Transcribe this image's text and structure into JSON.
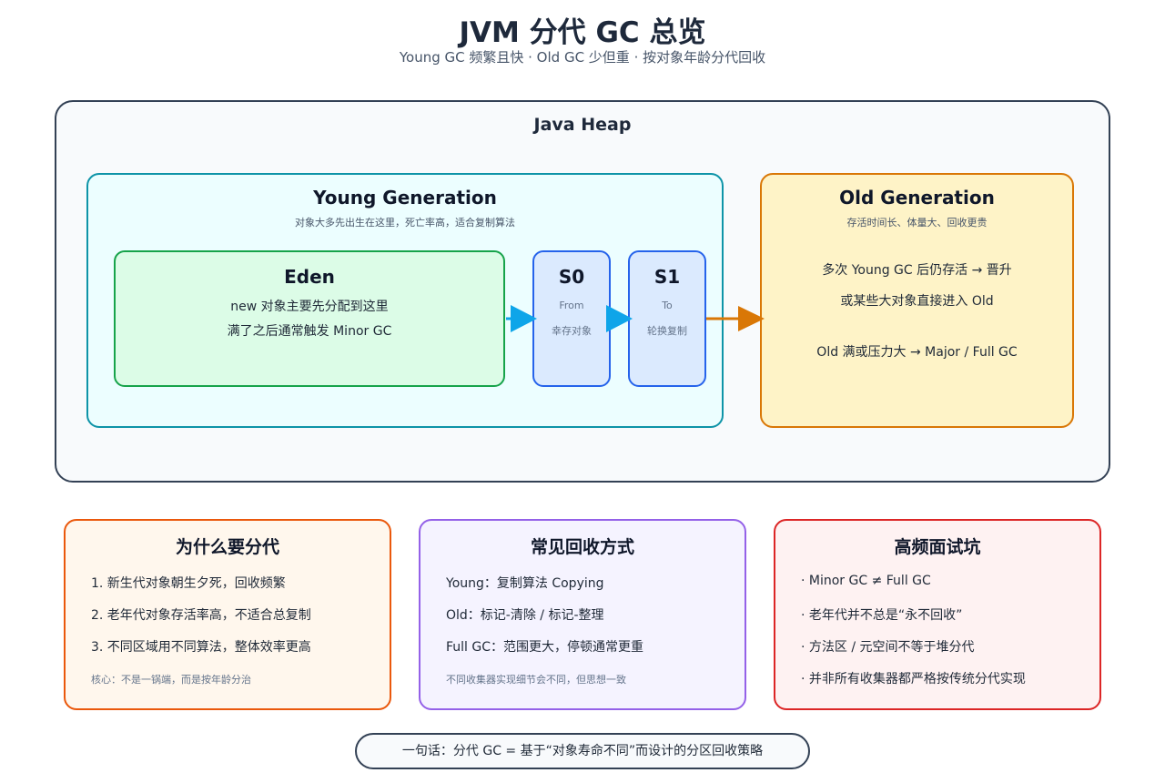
{
  "header": {
    "title": "JVM 分代 GC 总览",
    "subtitle": "Young GC 频繁且快 · Old GC 少但重 · 按对象年龄分代回收"
  },
  "heap": {
    "label": "Java Heap",
    "young": {
      "title": "Young Generation",
      "note": "对象大多先出生在这里，死亡率高，适合复制算法",
      "eden": {
        "title": "Eden",
        "lines": [
          "new 对象主要先分配到这里",
          "满了之后通常触发 Minor GC"
        ]
      },
      "s0": {
        "title": "S0",
        "sub1": "From",
        "sub2": "幸存对象"
      },
      "s1": {
        "title": "S1",
        "sub1": "To",
        "sub2": "轮换复制"
      }
    },
    "old": {
      "title": "Old Generation",
      "note": "存活时间长、体量大、回收更贵",
      "lines": [
        "多次 Young GC 后仍存活 → 晋升",
        "或某些大对象直接进入 Old",
        "Old 满或压力大 → Major / Full GC"
      ]
    }
  },
  "cards": {
    "why": {
      "title": "为什么要分代",
      "items": [
        "1. 新生代对象朝生夕死，回收频繁",
        "2. 老年代对象存活率高，不适合总复制",
        "3. 不同区域用不同算法，整体效率更高"
      ],
      "note": "核心：不是一锅端，而是按年龄分治"
    },
    "methods": {
      "title": "常见回收方式",
      "items": [
        "Young：复制算法 Copying",
        "Old：标记-清除 / 标记-整理",
        "Full GC：范围更大，停顿通常更重"
      ],
      "note": "不同收集器实现细节会不同，但思想一致"
    },
    "pitfalls": {
      "title": "高频面试坑",
      "items": [
        "· Minor GC ≠ Full GC",
        "· 老年代并不总是“永不回收”",
        "· 方法区 / 元空间不等于堆分代",
        "· 并非所有收集器都严格按传统分代实现"
      ]
    }
  },
  "summary": "一句话：分代 GC = 基于“对象寿命不同”而设计的分区回收策略",
  "colors": {
    "arrow_blue": "#0ea5e9",
    "arrow_orange": "#d97706"
  }
}
